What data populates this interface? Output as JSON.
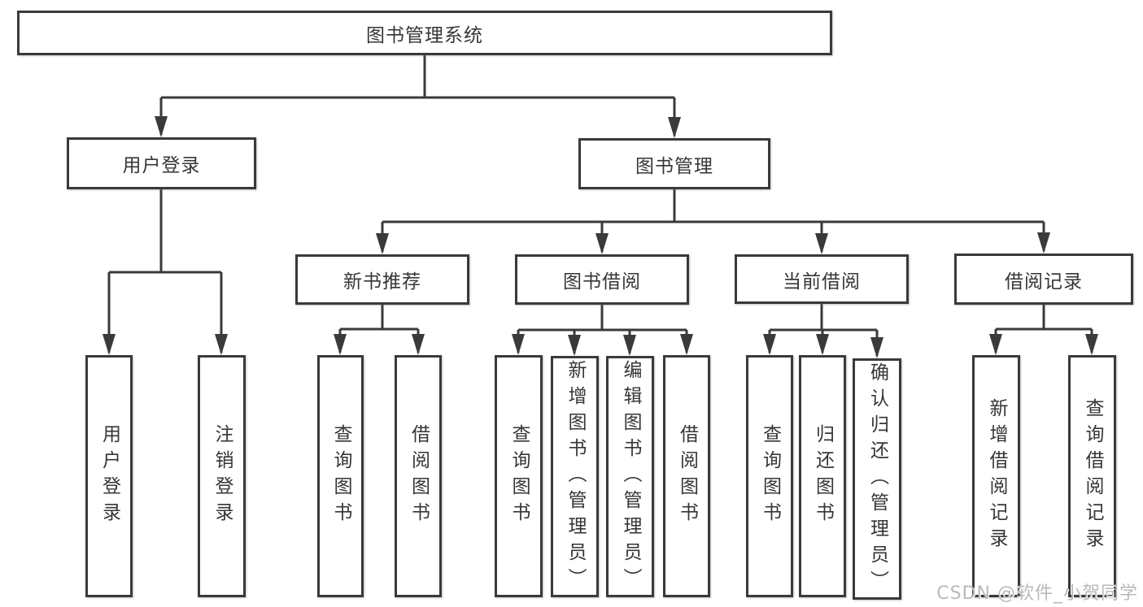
{
  "tree": {
    "label": "图书管理系统",
    "children": [
      {
        "label": "用户登录",
        "children": [
          {
            "label": "用户登录"
          },
          {
            "label": "注销登录"
          }
        ]
      },
      {
        "label": "图书管理",
        "children": [
          {
            "label": "新书推荐",
            "children": [
              {
                "label": "查询图书"
              },
              {
                "label": "借阅图书"
              }
            ]
          },
          {
            "label": "图书借阅",
            "children": [
              {
                "label": "查询图书"
              },
              {
                "label": "新增图书（管理员）"
              },
              {
                "label": "编辑图书（管理员）"
              },
              {
                "label": "借阅图书"
              }
            ]
          },
          {
            "label": "当前借阅",
            "children": [
              {
                "label": "查询图书"
              },
              {
                "label": "归还图书"
              },
              {
                "label": "确认归还（管理员）"
              }
            ]
          },
          {
            "label": "借阅记录",
            "children": [
              {
                "label": "新增借阅记录"
              },
              {
                "label": "查询借阅记录"
              }
            ]
          }
        ]
      }
    ]
  },
  "watermark": {
    "text": "CSDN @软件_小贺同学"
  },
  "colors": {
    "line": "#3a3a3a",
    "box_border": "#3a3a3a",
    "text": "#363636",
    "background": "#ffffff",
    "watermark": "#b9b9b9"
  }
}
